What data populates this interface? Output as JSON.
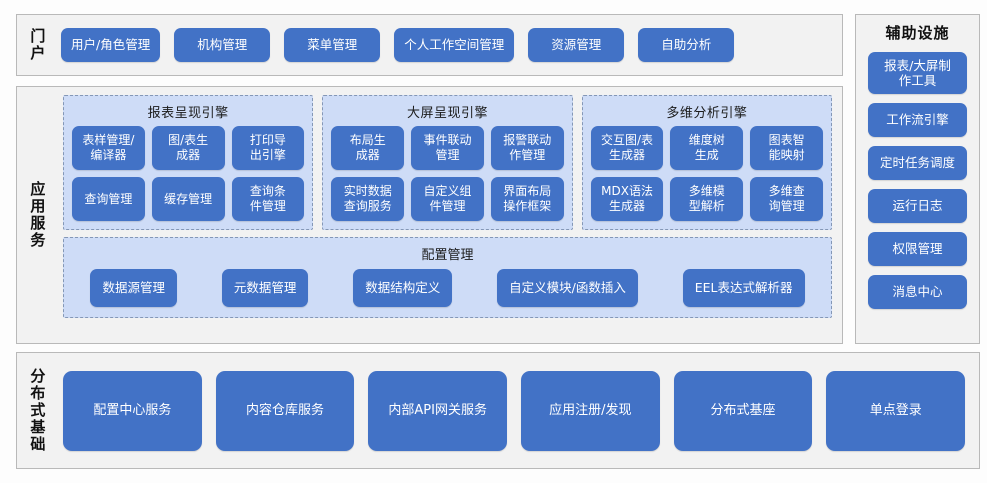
{
  "portal": {
    "label": "门户",
    "items": [
      {
        "label": "用户/角色管理"
      },
      {
        "label": "机构管理"
      },
      {
        "label": "菜单管理"
      },
      {
        "label": "个人工作空间管理"
      },
      {
        "label": "资源管理"
      },
      {
        "label": "自助分析"
      }
    ]
  },
  "aux": {
    "title": "辅助设施",
    "items": [
      {
        "label": "报表/大屏制\n作工具"
      },
      {
        "label": "工作流引擎"
      },
      {
        "label": "定时任务调度"
      },
      {
        "label": "运行日志"
      },
      {
        "label": "权限管理"
      },
      {
        "label": "消息中心"
      }
    ]
  },
  "app": {
    "label": "应用服务",
    "engines": [
      {
        "title": "报表呈现引擎",
        "items": [
          {
            "label": "表样管理/\n编译器"
          },
          {
            "label": "图/表生\n成器"
          },
          {
            "label": "打印导\n出引擎"
          },
          {
            "label": "查询管理"
          },
          {
            "label": "缓存管理"
          },
          {
            "label": "查询条\n件管理"
          }
        ]
      },
      {
        "title": "大屏呈现引擎",
        "items": [
          {
            "label": "布局生\n成器"
          },
          {
            "label": "事件联动\n管理"
          },
          {
            "label": "报警联动\n作管理"
          },
          {
            "label": "实时数据\n查询服务"
          },
          {
            "label": "自定义组\n件管理"
          },
          {
            "label": "界面布局\n操作框架"
          }
        ]
      },
      {
        "title": "多维分析引擎",
        "items": [
          {
            "label": "交互图/表\n生成器"
          },
          {
            "label": "维度树\n生成"
          },
          {
            "label": "图表智\n能映射"
          },
          {
            "label": "MDX语法\n生成器"
          },
          {
            "label": "多维模\n型解析"
          },
          {
            "label": "多维查\n询管理"
          }
        ]
      }
    ],
    "config": {
      "title": "配置管理",
      "items": [
        {
          "label": "数据源管理"
        },
        {
          "label": "元数据管理"
        },
        {
          "label": "数据结构定义"
        },
        {
          "label": "自定义模块/函数插入"
        },
        {
          "label": "EEL表达式解析器"
        }
      ]
    }
  },
  "infra": {
    "label": "分布式基础",
    "items": [
      {
        "label": "配置中心服务"
      },
      {
        "label": "内容仓库服务"
      },
      {
        "label": "内部API网关服务"
      },
      {
        "label": "应用注册/发现"
      },
      {
        "label": "分布式基座"
      },
      {
        "label": "单点登录"
      }
    ]
  },
  "colors": {
    "node_blue": "#4272c6",
    "engine_fill": "#cedcf7",
    "panel_fill": "#f2f2f2",
    "panel_border": "#b9b9b9",
    "dash_border": "#8497b6",
    "node_text": "#ffffff"
  }
}
